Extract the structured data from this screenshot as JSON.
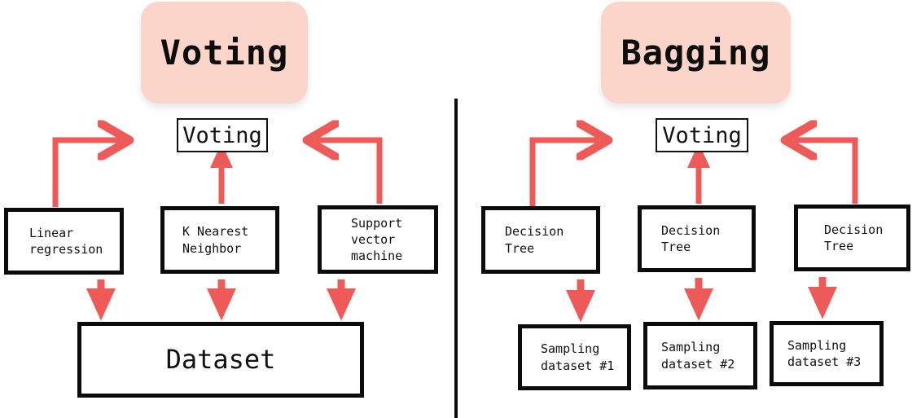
{
  "diagram": {
    "title_left": "Voting",
    "title_right": "Bagging",
    "accent_red": "#ee5a57",
    "header_pink": "#fbd5c9",
    "line_black": "#0b0b0b",
    "background": "#ffffff"
  },
  "panels": [
    {
      "id": "voting",
      "header": "Voting",
      "aggregator": "Voting",
      "models": [
        {
          "label": "Linear\nregression"
        },
        {
          "label": "K Nearest\nNeighbor"
        },
        {
          "label": "Support\nvector\nmachine"
        }
      ],
      "sources": [
        {
          "label": "Dataset"
        }
      ]
    },
    {
      "id": "bagging",
      "header": "Bagging",
      "aggregator": "Voting",
      "models": [
        {
          "label": "Decision\nTree"
        },
        {
          "label": "Decision\nTree"
        },
        {
          "label": "Decision\nTree"
        }
      ],
      "sources": [
        {
          "label": "Sampling\ndataset #1"
        },
        {
          "label": "Sampling\ndataset #2"
        },
        {
          "label": "Sampling\ndataset #3"
        }
      ]
    }
  ],
  "arrows": {
    "model_to_voting": "arrow-to-aggregator",
    "model_to_dataset": "arrow-down-to-source"
  }
}
